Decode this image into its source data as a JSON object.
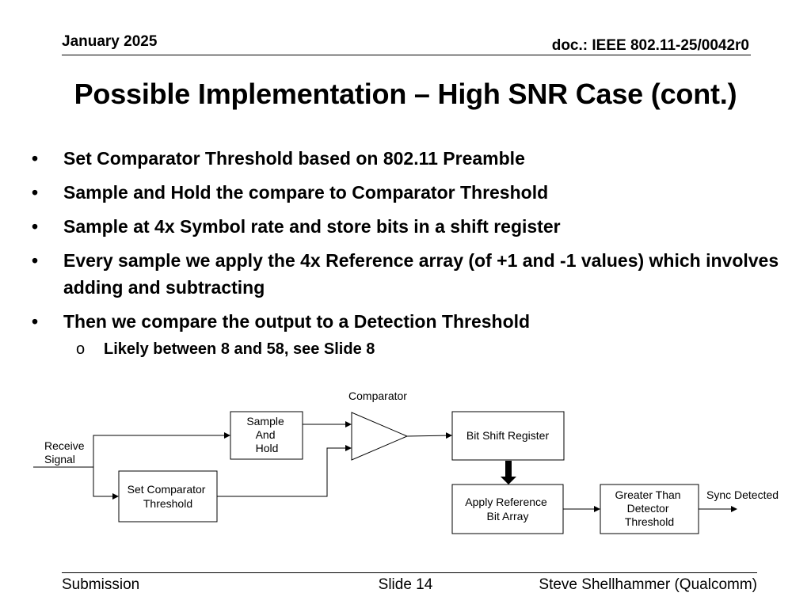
{
  "header": {
    "date": "January 2025",
    "doc": "doc.: IEEE 802.11-25/0042r0"
  },
  "title": "Possible Implementation – High SNR Case (cont.)",
  "bullets": [
    "Set Comparator Threshold based on 802.11 Preamble",
    "Sample and Hold the compare to Comparator Threshold",
    "Sample at 4x Symbol rate and store bits in a shift register",
    "Every sample we apply the 4x Reference array (of +1 and -1 values) which involves adding and subtracting",
    "Then we compare the output to a Detection Threshold"
  ],
  "bullet_glyph": "•",
  "sub_bullet_glyph": "o",
  "sub_bullet": "Likely between 8 and 58, see Slide 8",
  "diagram": {
    "receive_signal": [
      "Receive",
      "Signal"
    ],
    "sample_and_hold": [
      "Sample",
      "And",
      "Hold"
    ],
    "set_comparator_threshold": [
      "Set Comparator",
      "Threshold"
    ],
    "comparator": "Comparator",
    "bit_shift_register": "Bit Shift Register",
    "apply_reference_bit_array": [
      "Apply Reference",
      "Bit Array"
    ],
    "greater_than_detector_threshold": [
      "Greater Than",
      "Detector",
      "Threshold"
    ],
    "sync_detected": "Sync Detected"
  },
  "footer": {
    "left": "Submission",
    "center": "Slide 14",
    "right": "Steve Shellhammer (Qualcomm)"
  }
}
